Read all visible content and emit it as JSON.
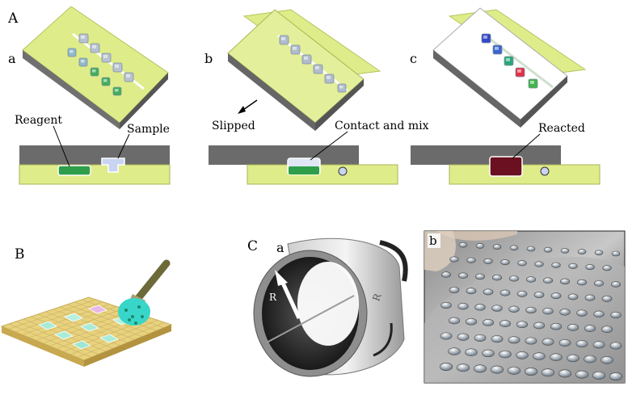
{
  "panel_letters": {
    "A": "A",
    "B": "B",
    "C": "C"
  },
  "sub_letters": {
    "a": "a",
    "b": "b",
    "c": "c",
    "Ca": "a",
    "Cb": "b"
  },
  "labels": {
    "reagent": "Reagent",
    "sample": "Sample",
    "slipped": "Slipped",
    "contact_and_mix": "Contact and mix",
    "reacted": "Reacted",
    "ring_R1": "R",
    "ring_R2": "R"
  },
  "colors": {
    "chip_yellow": "#dfec8a",
    "chip_gray": "#6b6b6b",
    "reagent_green": "#2f9e4a",
    "sample_blue": "#c8d4f0",
    "reacted_maroon": "#6a1020",
    "react_cube_colors": [
      "#3348c8",
      "#3a64d0",
      "#2aa77a",
      "#e23048",
      "#3fb54a"
    ]
  }
}
